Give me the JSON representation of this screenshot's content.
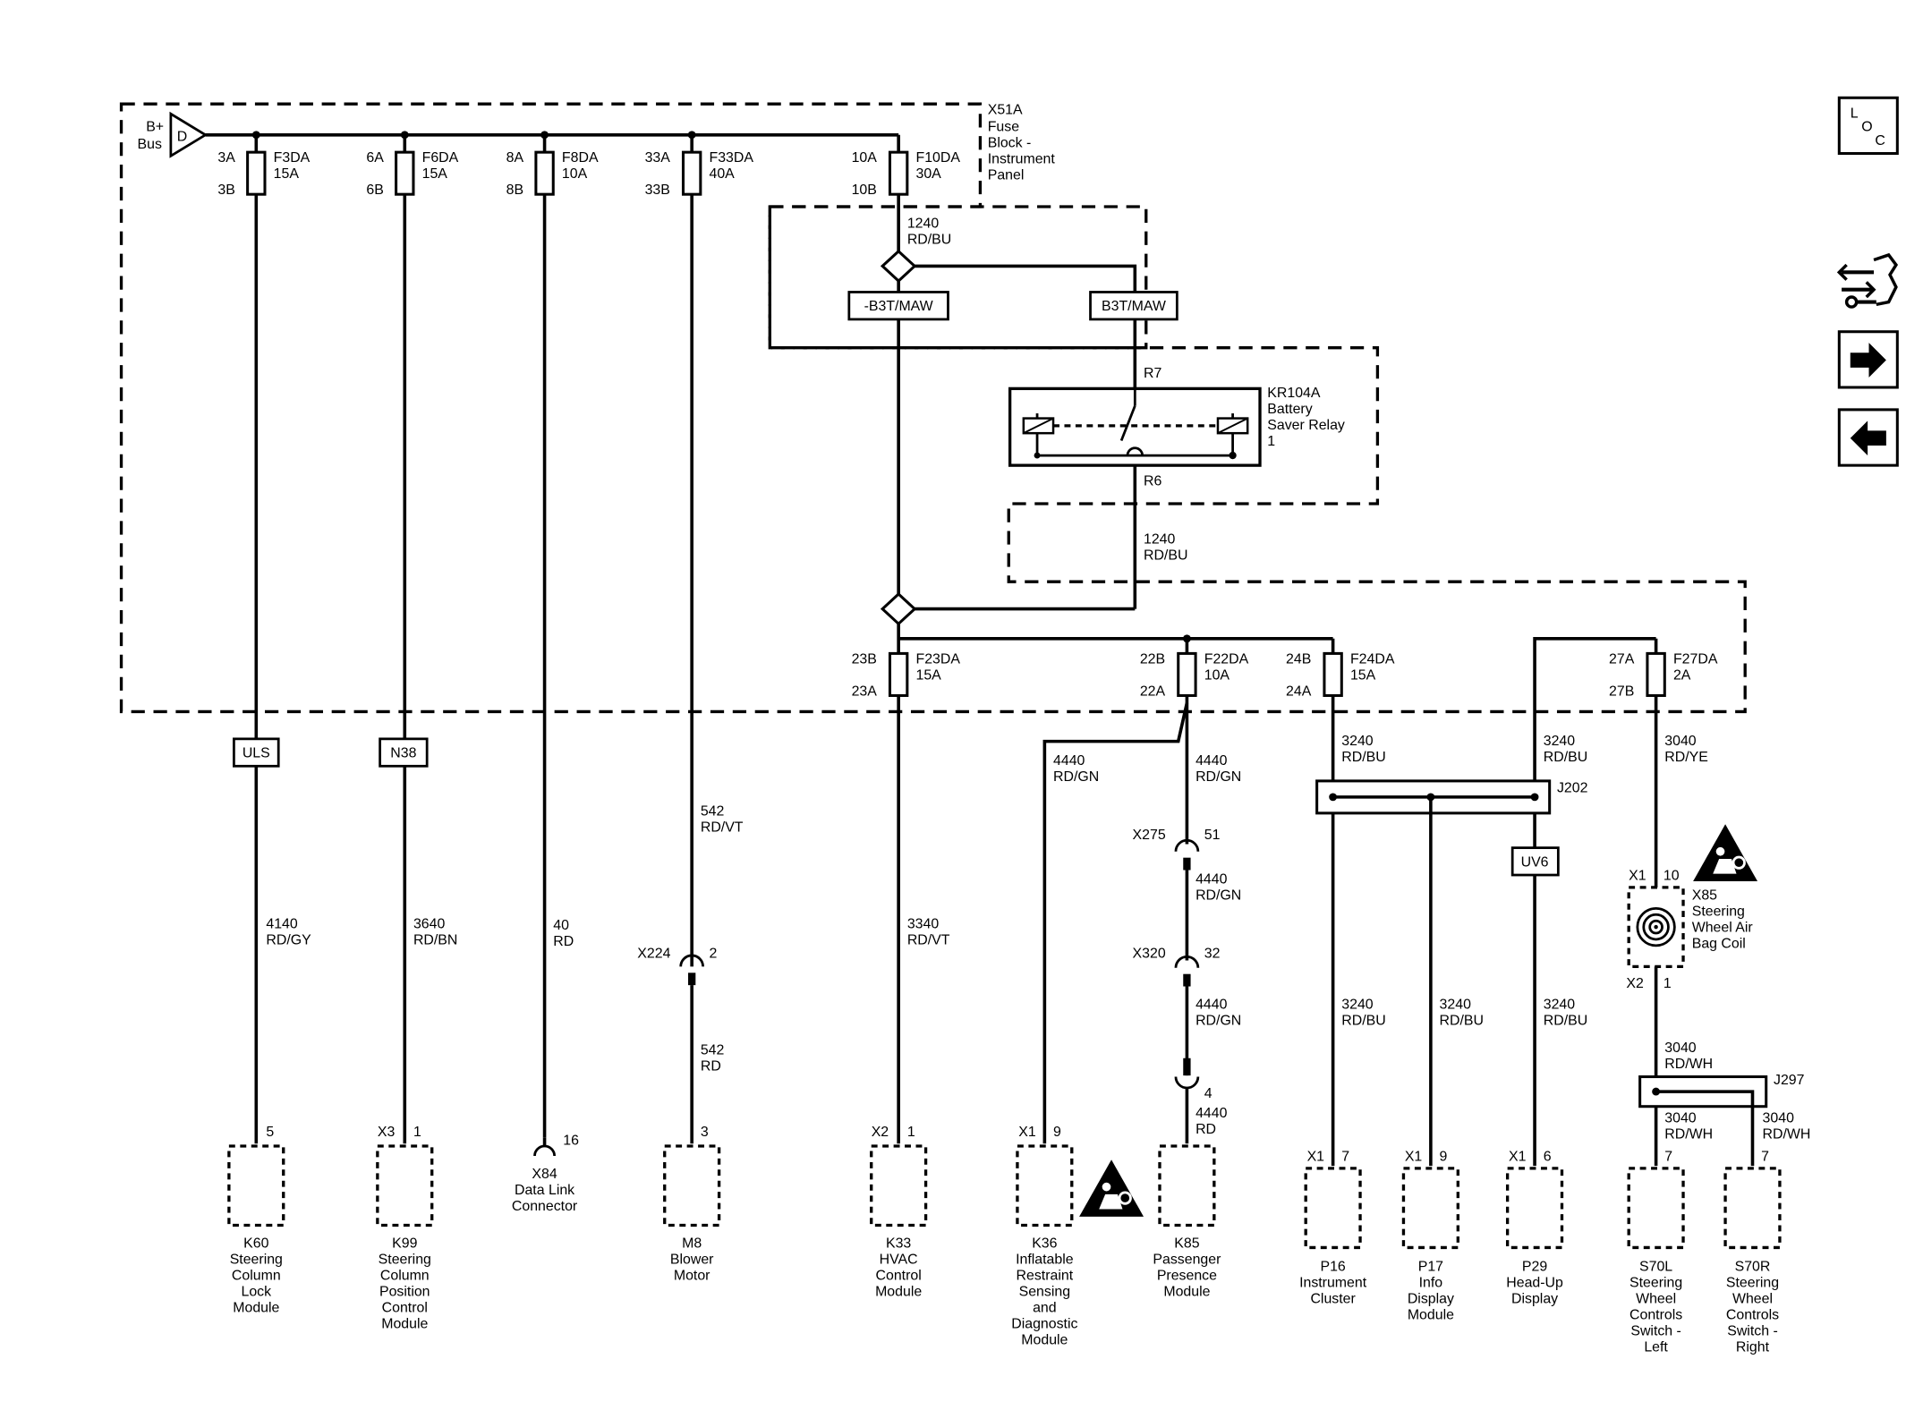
{
  "bus": {
    "label_line1": "B+",
    "label_line2": "Bus",
    "diode": "D"
  },
  "fuse_block": {
    "id": "X51A",
    "lines": [
      "Fuse",
      "Block -",
      "Instrument",
      "Panel"
    ]
  },
  "fuses": [
    {
      "pin_top": "3A",
      "pin_bottom": "3B",
      "name": "F3DA",
      "rating": "15A"
    },
    {
      "pin_top": "6A",
      "pin_bottom": "6B",
      "name": "F6DA",
      "rating": "15A"
    },
    {
      "pin_top": "8A",
      "pin_bottom": "8B",
      "name": "F8DA",
      "rating": "10A"
    },
    {
      "pin_top": "33A",
      "pin_bottom": "33B",
      "name": "F33DA",
      "rating": "40A"
    },
    {
      "pin_top": "10A",
      "pin_bottom": "10B",
      "name": "F10DA",
      "rating": "30A"
    },
    {
      "pin_top": "23B",
      "pin_bottom": "23A",
      "name": "F23DA",
      "rating": "15A"
    },
    {
      "pin_top": "22B",
      "pin_bottom": "22A",
      "name": "F22DA",
      "rating": "10A"
    },
    {
      "pin_top": "24B",
      "pin_bottom": "24A",
      "name": "F24DA",
      "rating": "15A"
    },
    {
      "pin_top": "27A",
      "pin_bottom": "27B",
      "name": "F27DA",
      "rating": "2A"
    }
  ],
  "option_tags": {
    "left": "-B3T/MAW",
    "right": "B3T/MAW",
    "uls": "ULS",
    "n38": "N38",
    "uv6": "UV6"
  },
  "relay": {
    "id": "KR104A",
    "lines": [
      "Battery",
      "Saver Relay",
      "1"
    ],
    "pin_in": "R7",
    "pin_out": "R6"
  },
  "wires": {
    "w1240_top": {
      "circuit": "1240",
      "color": "RD/BU"
    },
    "w1240_mid": {
      "circuit": "1240",
      "color": "RD/BU"
    },
    "w4140": {
      "circuit": "4140",
      "color": "RD/GY"
    },
    "w3640": {
      "circuit": "3640",
      "color": "RD/BN"
    },
    "w40": {
      "circuit": "40",
      "color": "RD"
    },
    "w542a": {
      "circuit": "542",
      "color": "RD/VT"
    },
    "w542b": {
      "circuit": "542",
      "color": "RD"
    },
    "w3340": {
      "circuit": "3340",
      "color": "RD/VT"
    },
    "w4440a": {
      "circuit": "4440",
      "color": "RD/GN"
    },
    "w4440b": {
      "circuit": "4440",
      "color": "RD/GN"
    },
    "w4440c": {
      "circuit": "4440",
      "color": "RD/GN"
    },
    "w4440d": {
      "circuit": "4440",
      "color": "RD/GN"
    },
    "w4440e": {
      "circuit": "4440",
      "color": "RD"
    },
    "w3240a": {
      "circuit": "3240",
      "color": "RD/BU"
    },
    "w3240b": {
      "circuit": "3240",
      "color": "RD/BU"
    },
    "w3240c": {
      "circuit": "3240",
      "color": "RD/BU"
    },
    "w3240d": {
      "circuit": "3240",
      "color": "RD/BU"
    },
    "w3240e": {
      "circuit": "3240",
      "color": "RD/BU"
    },
    "w3040a": {
      "circuit": "3040",
      "color": "RD/YE"
    },
    "w3040b": {
      "circuit": "3040",
      "color": "RD/WH"
    },
    "w3040c": {
      "circuit": "3040",
      "color": "RD/WH"
    },
    "w3040d": {
      "circuit": "3040",
      "color": "RD/WH"
    }
  },
  "inline_connectors": {
    "x224": {
      "id": "X224",
      "pin": "2"
    },
    "x275": {
      "id": "X275",
      "pin": "51"
    },
    "x320": {
      "id": "X320",
      "pin": "32"
    },
    "k85pin": {
      "pin": "4"
    }
  },
  "splices": {
    "j202": "J202",
    "j297": "J297"
  },
  "coil": {
    "x1": "X1",
    "pin1": "10",
    "x2": "X2",
    "pin2": "1",
    "lines": [
      "X85",
      "Steering",
      "Wheel Air",
      "Bag Coil"
    ]
  },
  "components": [
    {
      "conn": "",
      "pin": "5",
      "lines": [
        "K60",
        "Steering",
        "Column",
        "Lock",
        "Module"
      ]
    },
    {
      "conn": "X3",
      "pin": "1",
      "lines": [
        "K99",
        "Steering",
        "Column",
        "Position",
        "Control",
        "Module"
      ]
    },
    {
      "conn": "",
      "pin": "16",
      "lines": [
        "X84",
        "Data Link",
        "Connector"
      ]
    },
    {
      "conn": "",
      "pin": "3",
      "lines": [
        "M8",
        "Blower",
        "Motor"
      ]
    },
    {
      "conn": "X2",
      "pin": "1",
      "lines": [
        "K33",
        "HVAC",
        "Control",
        "Module"
      ]
    },
    {
      "conn": "X1",
      "pin": "9",
      "lines": [
        "K36",
        "Inflatable",
        "Restraint",
        "Sensing",
        "and",
        "Diagnostic",
        "Module"
      ]
    },
    {
      "conn": "",
      "pin": "",
      "lines": [
        "K85",
        "Passenger",
        "Presence",
        "Module"
      ]
    },
    {
      "conn": "X1",
      "pin": "7",
      "lines": [
        "P16",
        "Instrument",
        "Cluster"
      ]
    },
    {
      "conn": "X1",
      "pin": "9",
      "lines": [
        "P17",
        "Info",
        "Display",
        "Module"
      ]
    },
    {
      "conn": "X1",
      "pin": "6",
      "lines": [
        "P29",
        "Head-Up",
        "Display"
      ]
    },
    {
      "conn": "",
      "pin": "7",
      "lines": [
        "S70L",
        "Steering",
        "Wheel",
        "Controls",
        "Switch -",
        "Left"
      ]
    },
    {
      "conn": "",
      "pin": "7",
      "lines": [
        "S70R",
        "Steering",
        "Wheel",
        "Controls",
        "Switch -",
        "Right"
      ]
    }
  ],
  "nav": {
    "loc_letters": [
      "L",
      "O",
      "C"
    ]
  }
}
